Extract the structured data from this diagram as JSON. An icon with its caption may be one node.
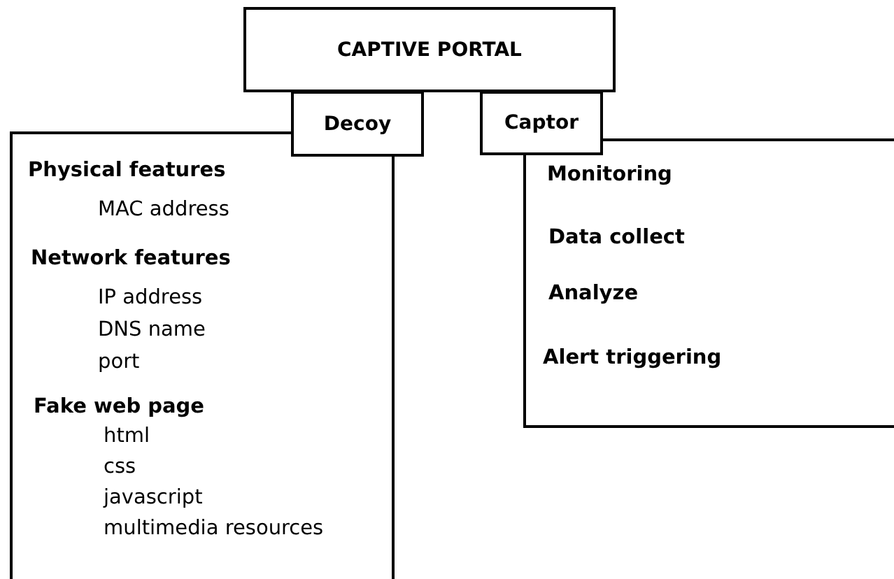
{
  "diagram": {
    "nodes": [
      {
        "text": [
          "CAPTIVE PORTAL"
        ]
      },
      {
        "text": [
          "Decoy"
        ]
      },
      {
        "text": [
          "Captor"
        ]
      },
      {
        "text": [
          "Physical features",
          "MAC address",
          "Network features",
          "IP address",
          "DNS name",
          "port",
          "Fake web page",
          "html",
          "css",
          "javascript",
          "multimedia resources"
        ]
      },
      {
        "text": [
          "Monitoring",
          "Data collect",
          "Analyze",
          "Alert triggering"
        ]
      }
    ]
  }
}
